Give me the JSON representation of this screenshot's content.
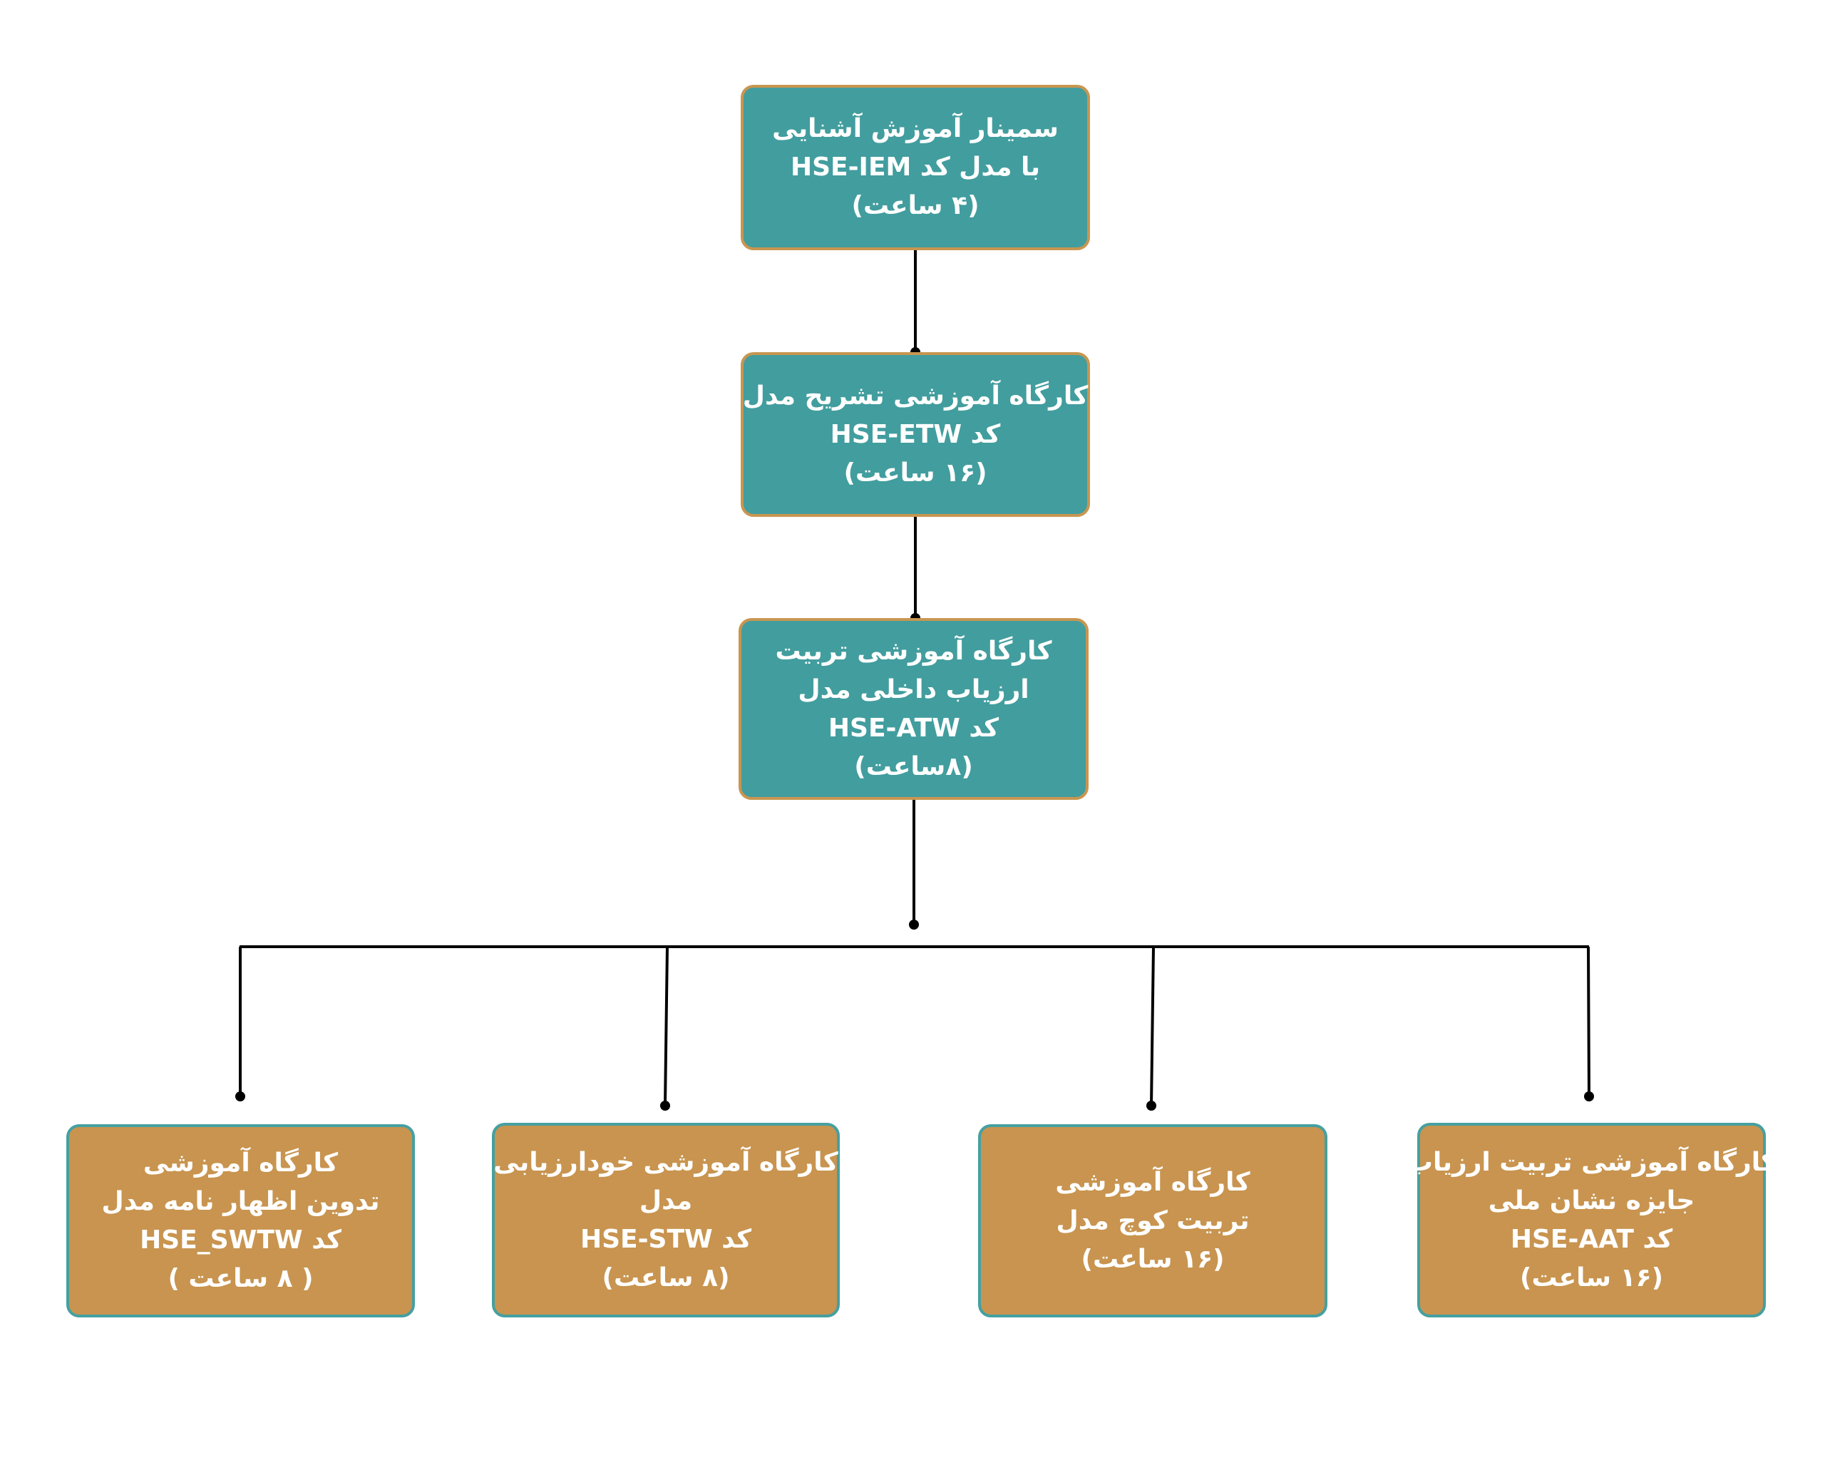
{
  "colors": {
    "primary_box": "#429d9e",
    "primary_border": "#c89650",
    "secondary_box": "#c8944f",
    "secondary_border": "#45a0a0",
    "connector": "#000000"
  },
  "nodes": {
    "seminar": {
      "lines": [
        "سمینار آموزش آشنایی",
        "با مدل کد HSE-IEM",
        "(۴ ساعت)"
      ]
    },
    "etw": {
      "lines": [
        "کارگاه آموزشی تشریح مدل",
        "کد HSE-ETW",
        "(۱۶ ساعت)"
      ]
    },
    "atw": {
      "lines": [
        "کارگاه آموزشی تربیت",
        "ارزیاب داخلی مدل",
        "کد HSE-ATW",
        "(۸ساعت)"
      ]
    },
    "swtw": {
      "lines": [
        "کارگاه آموزشی",
        "تدوین اظهار نامه مدل",
        "کد HSE_SWTW",
        "( ۸ ساعت )"
      ]
    },
    "stw": {
      "lines": [
        "کارگاه آموزشی خودارزیابی",
        "مدل",
        "کد HSE-STW",
        "(۸ ساعت)"
      ]
    },
    "coach": {
      "lines": [
        "کارگاه آموزشی",
        "تربیت کوچ مدل",
        "(۱۶ ساعت)"
      ]
    },
    "aat": {
      "lines": [
        "کارگاه آموزشی تربیت ارزیاب",
        "جایزه نشان ملی",
        "کد HSE-AAT",
        "(۱۶ ساعت)"
      ]
    }
  }
}
